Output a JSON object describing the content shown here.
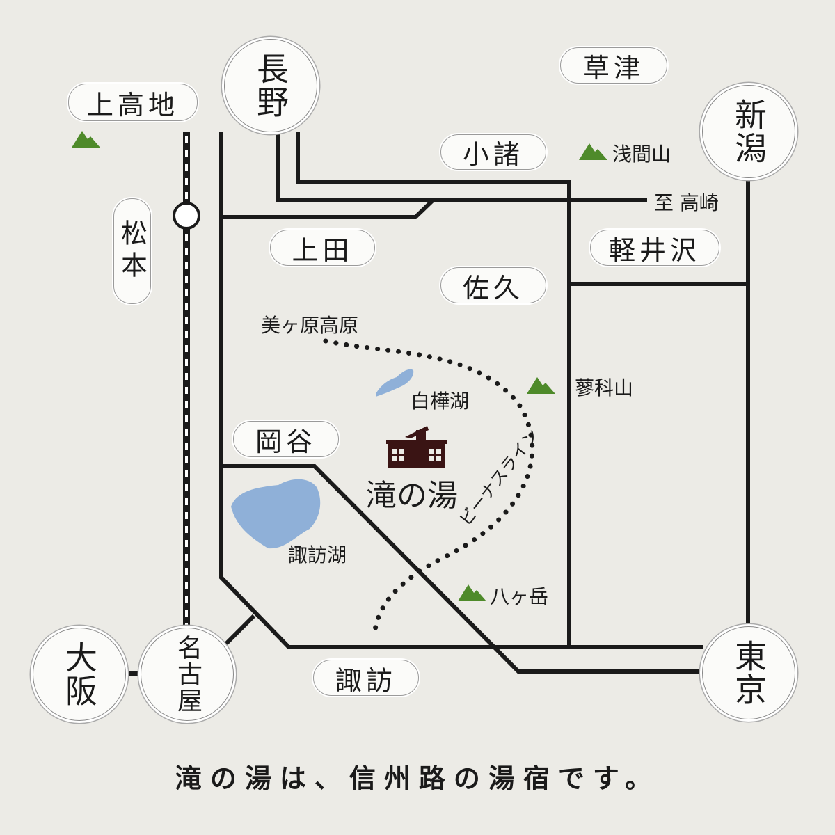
{
  "cities": {
    "nagano": "長野",
    "niigata": "新潟",
    "osaka": "大阪",
    "nagoya": "名古屋",
    "tokyo": "東京"
  },
  "towns": {
    "kamikochi": "上高地",
    "kusatsu": "草津",
    "komoro": "小諸",
    "ueda": "上田",
    "saku": "佐久",
    "karuizawa": "軽井沢",
    "okaya": "岡谷",
    "suwa": "諏訪",
    "matsumoto": "松本"
  },
  "labels": {
    "to_takasaki": "至 高崎",
    "utsukushigahara": "美ヶ原高原",
    "shirakabako": "白樺湖",
    "suwako": "諏訪湖",
    "tateshina": "蓼科山",
    "asama": "浅間山",
    "yatsugatake": "八ヶ岳",
    "venus_line": "ビーナスライン"
  },
  "inn": {
    "name": "滝の湯"
  },
  "tagline": "滝の湯は、信州路の湯宿です。",
  "colors": {
    "line": "#1a1a1a",
    "lake": "#8fb0d8",
    "mountain": "#4e8a2a",
    "inn": "#3a1414"
  }
}
